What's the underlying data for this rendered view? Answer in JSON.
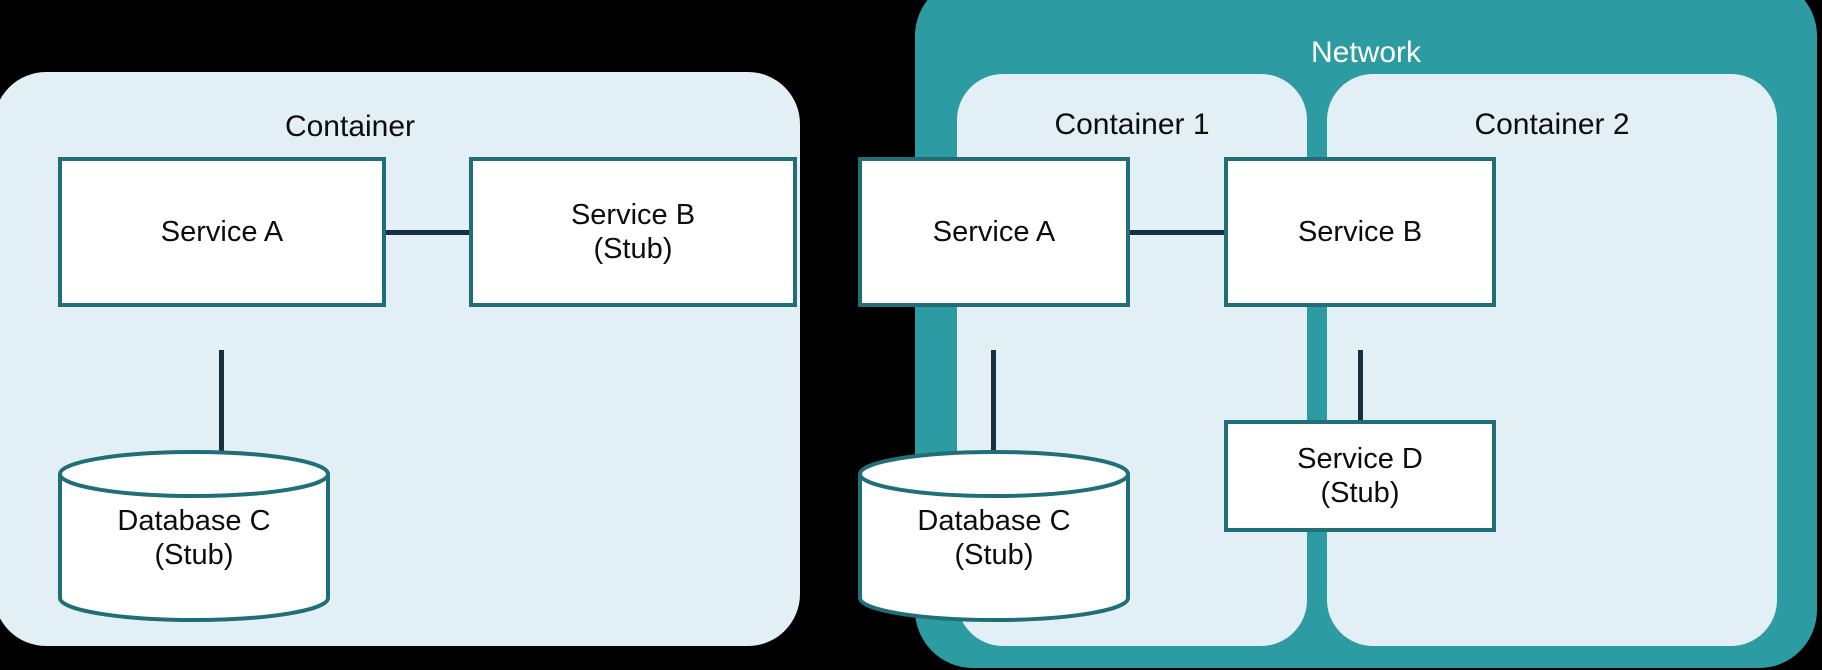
{
  "colors": {
    "container_fill": "#e2eff4",
    "network_fill": "#2d9ba2",
    "node_fill": "#ffffff",
    "node_stroke": "#1f6e78",
    "connector": "#17303f",
    "text": "#0d0d0d",
    "text_on_teal": "#ffffff",
    "background": "#000000"
  },
  "left_diagram": {
    "container": {
      "title": "Container"
    },
    "nodes": {
      "service_a": "Service A",
      "service_b": "Service B\n(Stub)",
      "database_c": "Database C\n(Stub)"
    }
  },
  "right_diagram": {
    "network": {
      "title": "Network"
    },
    "container_1": {
      "title": "Container 1",
      "nodes": {
        "service_a": "Service A",
        "database_c": "Database C\n(Stub)"
      }
    },
    "container_2": {
      "title": "Container 2",
      "nodes": {
        "service_b": "Service B",
        "service_d": "Service D\n(Stub)"
      }
    }
  },
  "connections": [
    {
      "from": "Service A",
      "to": "Service B",
      "diagram": "left"
    },
    {
      "from": "Service A",
      "to": "Database C",
      "diagram": "left"
    },
    {
      "from": "Service A",
      "to": "Service B",
      "diagram": "right"
    },
    {
      "from": "Service A",
      "to": "Database C",
      "diagram": "right"
    },
    {
      "from": "Service B",
      "to": "Service D",
      "diagram": "right"
    }
  ]
}
